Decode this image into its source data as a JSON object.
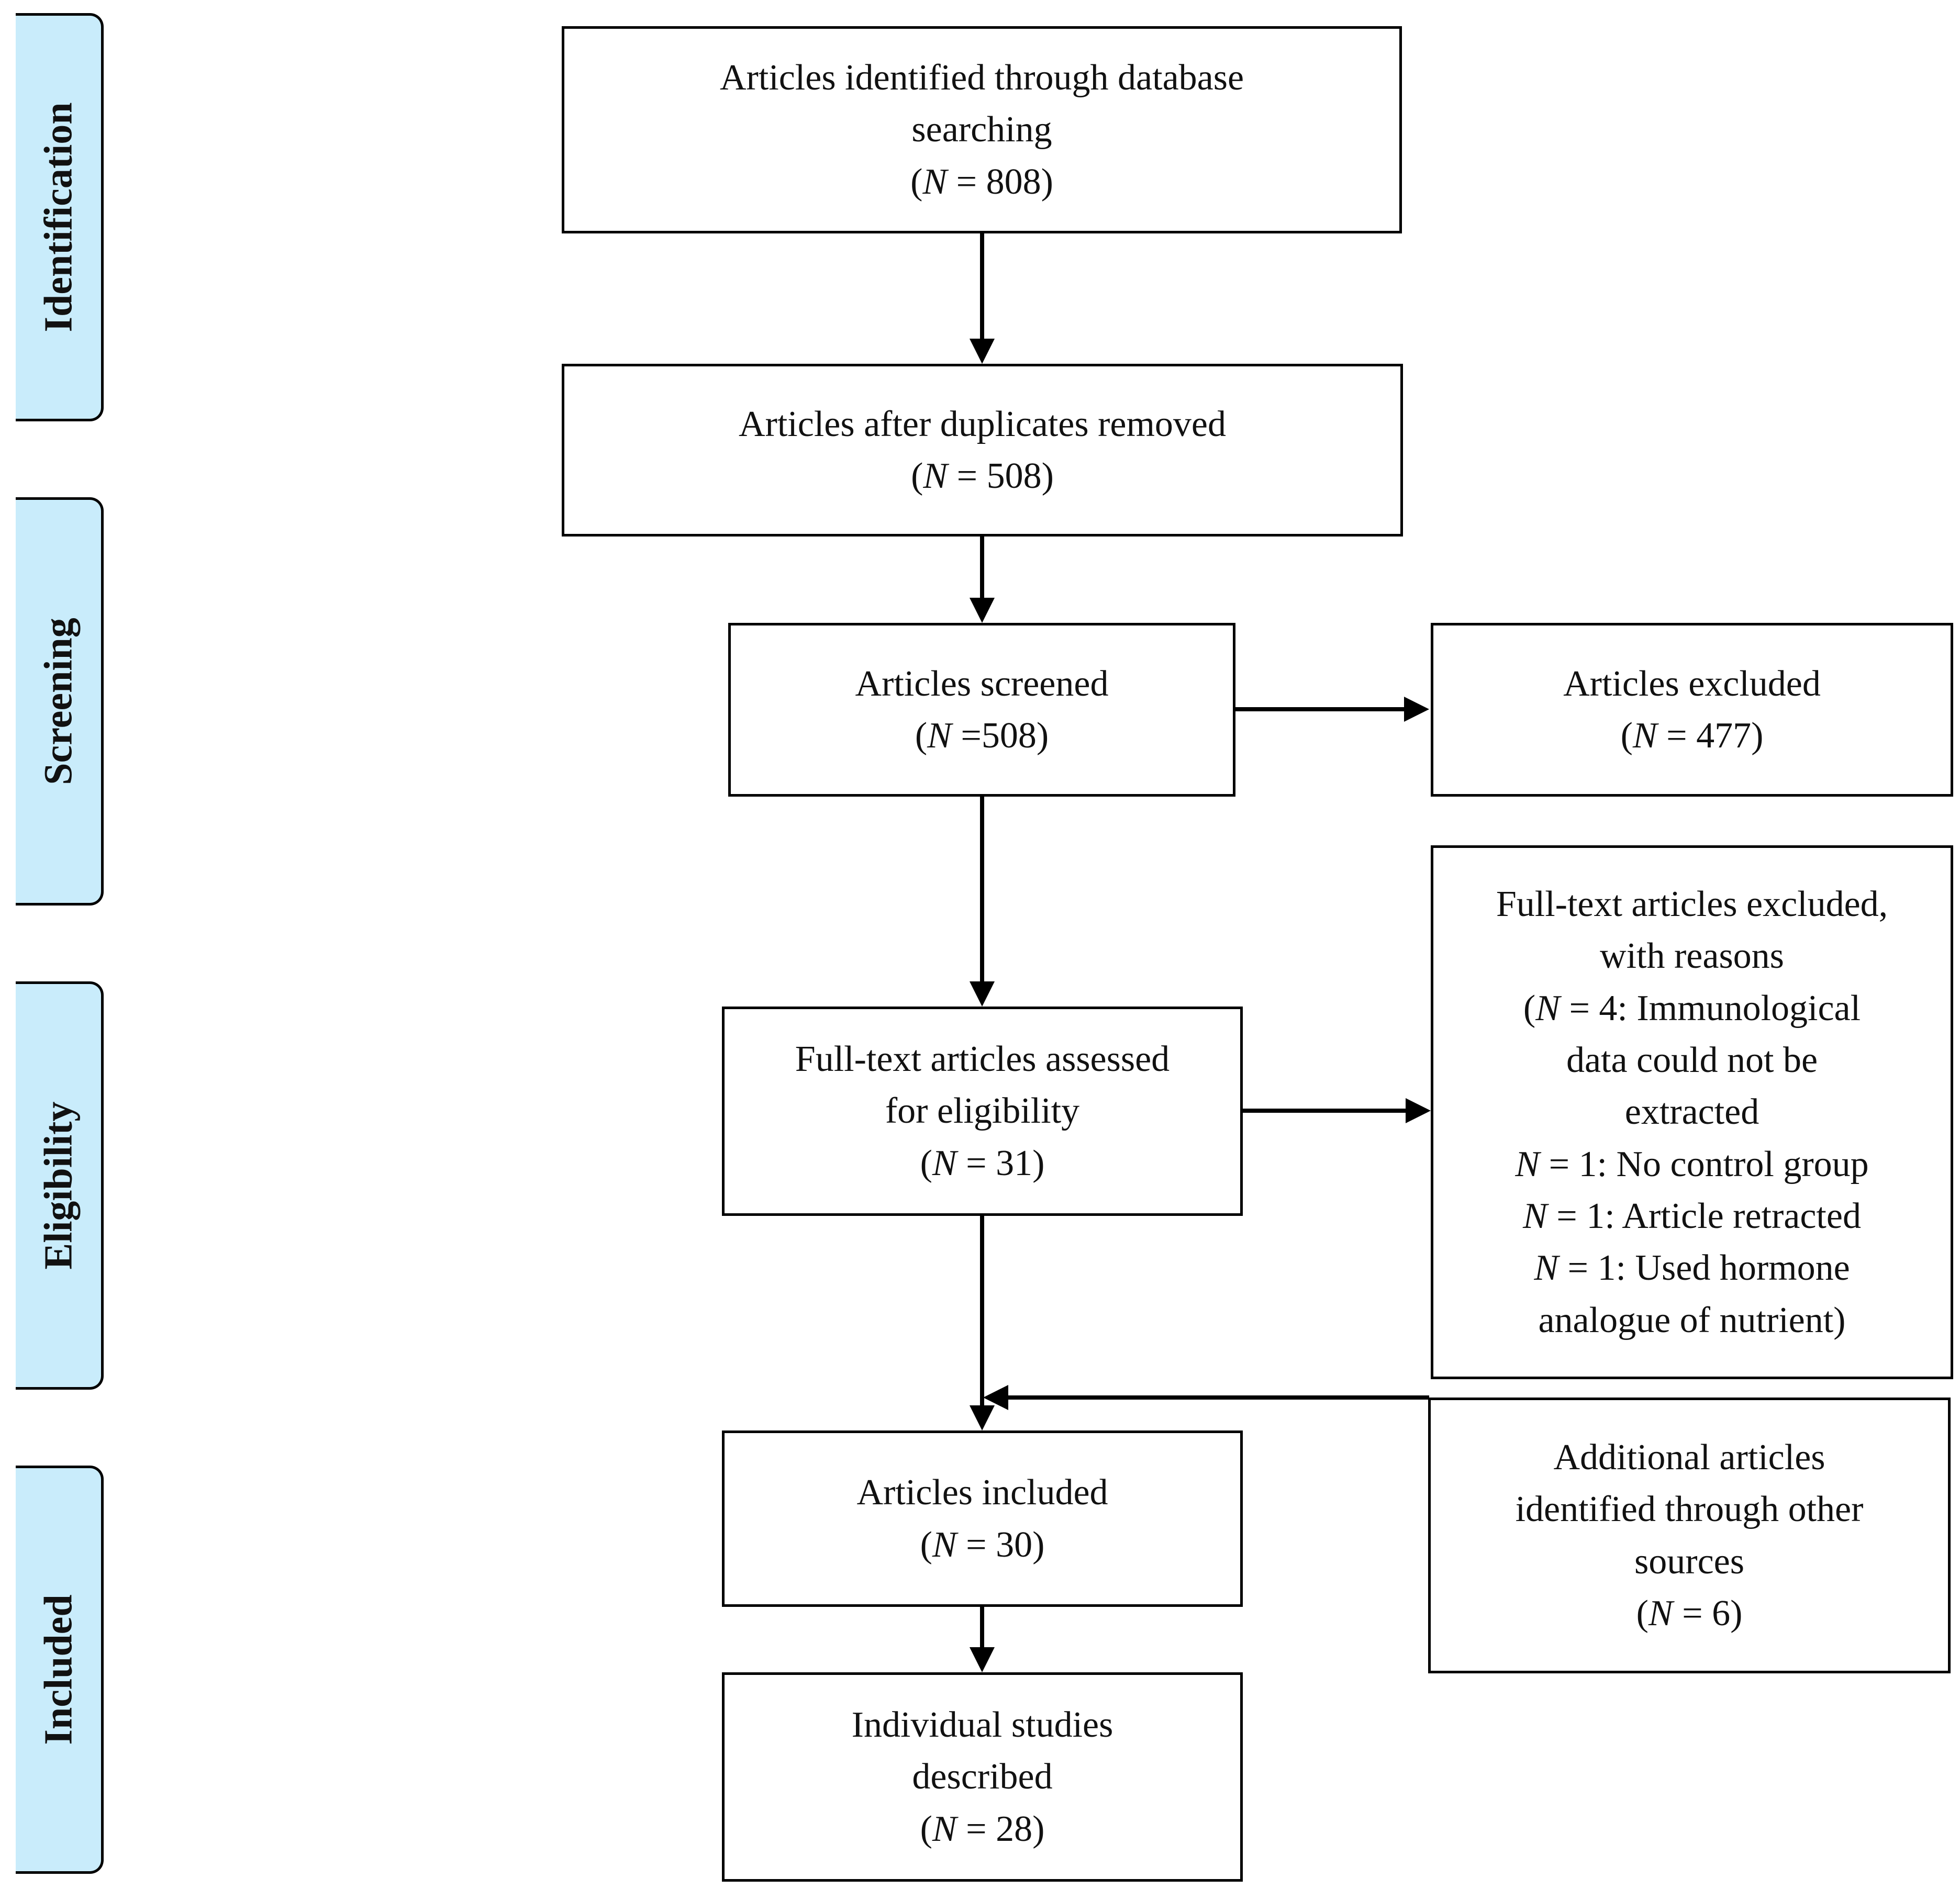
{
  "phases": {
    "identification": "Identification",
    "screening": "Screening",
    "eligibility": "Eligibility",
    "included": "Included"
  },
  "boxes": {
    "identified": {
      "lines": [
        "Articles identified through database",
        "searching"
      ],
      "n_prefix": "(",
      "n_var": "N",
      "n_rest": " = 808)"
    },
    "duplicates_removed": {
      "lines": [
        "Articles after duplicates removed"
      ],
      "n_prefix": "(",
      "n_var": "N",
      "n_rest": " =  508)"
    },
    "screened": {
      "lines": [
        "Articles screened"
      ],
      "n_prefix": "(",
      "n_var": "N",
      "n_rest": " =508)"
    },
    "excluded": {
      "lines": [
        "Articles excluded"
      ],
      "n_prefix": "(",
      "n_var": "N",
      "n_rest": " = 477)"
    },
    "fulltext_assessed": {
      "lines": [
        "Full-text articles assessed",
        "for eligibility"
      ],
      "n_prefix": "(",
      "n_var": "N",
      "n_rest": " = 31)"
    },
    "fulltext_excluded": {
      "lines": [
        "Full-text articles excluded,",
        "with reasons"
      ],
      "reason_1_prefix": "(",
      "reason_1_var": "N",
      "reason_1_rest": " = 4: Immunological",
      "reason_1_cont_1": "data could not be",
      "reason_1_cont_2": "extracted",
      "reason_2_var": "N",
      "reason_2_rest": " = 1: No control group",
      "reason_3_var": "N",
      "reason_3_rest": " = 1: Article retracted",
      "reason_4_var": "N",
      "reason_4_rest": " = 1: Used hormone",
      "reason_4_cont": "analogue of nutrient)"
    },
    "included": {
      "lines": [
        "Articles included"
      ],
      "n_prefix": "(",
      "n_var": "N",
      "n_rest": " =  30)"
    },
    "additional": {
      "lines": [
        "Additional articles",
        "identified through other",
        "sources"
      ],
      "n_prefix": "(",
      "n_var": "N",
      "n_rest": " = 6)"
    },
    "studies_described": {
      "lines": [
        "Individual studies",
        "described"
      ],
      "n_prefix": "(",
      "n_var": "N",
      "n_rest": " =  28)"
    }
  },
  "colors": {
    "phase_fill": "#c9ecfb",
    "stroke": "#000000"
  }
}
